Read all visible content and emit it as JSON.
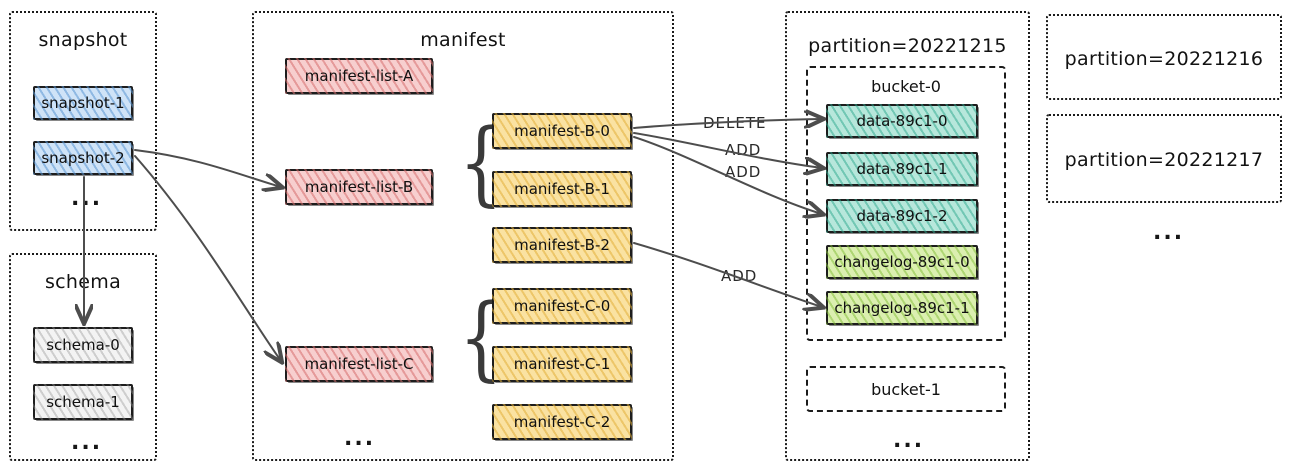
{
  "regions": {
    "snapshot": {
      "title": "snapshot"
    },
    "schema": {
      "title": "schema"
    },
    "manifest": {
      "title": "manifest"
    },
    "partition_1215": {
      "title": "partition=20221215"
    },
    "partition_1216": {
      "title": "partition=20221216"
    },
    "partition_1217": {
      "title": "partition=20221217"
    }
  },
  "buckets": {
    "bucket_0": {
      "title": "bucket-0"
    },
    "bucket_1": {
      "title": "bucket-1"
    }
  },
  "nodes": {
    "snapshots": [
      {
        "label": "snapshot-1",
        "color": "#cfe3f7"
      },
      {
        "label": "snapshot-2",
        "color": "#cfe3f7"
      }
    ],
    "schemas": [
      {
        "label": "schema-0",
        "color": "#f3f3f3"
      },
      {
        "label": "schema-1",
        "color": "#f3f3f3"
      }
    ],
    "manifest_lists": [
      {
        "label": "manifest-list-A",
        "color": "#f7cfcf"
      },
      {
        "label": "manifest-list-B",
        "color": "#f7cfcf"
      },
      {
        "label": "manifest-list-C",
        "color": "#f7cfcf"
      }
    ],
    "manifests_b": [
      {
        "label": "manifest-B-0",
        "color": "#fae2a2"
      },
      {
        "label": "manifest-B-1",
        "color": "#fae2a2"
      },
      {
        "label": "manifest-B-2",
        "color": "#fae2a2"
      }
    ],
    "manifests_c": [
      {
        "label": "manifest-C-0",
        "color": "#fae2a2"
      },
      {
        "label": "manifest-C-1",
        "color": "#fae2a2"
      },
      {
        "label": "manifest-C-2",
        "color": "#fae2a2"
      }
    ],
    "data_files": [
      {
        "label": "data-89c1-0",
        "color": "#b7e7db"
      },
      {
        "label": "data-89c1-1",
        "color": "#b7e7db"
      },
      {
        "label": "data-89c1-2",
        "color": "#b7e7db"
      },
      {
        "label": "changelog-89c1-0",
        "color": "#dbefb0"
      },
      {
        "label": "changelog-89c1-1",
        "color": "#dbefb0"
      }
    ]
  },
  "edge_labels": {
    "delete_b0_to_data0": "DELETE",
    "add_b0_to_data1": "ADD",
    "add_b0_to_data2": "ADD",
    "add_b2_to_changelog1": "ADD"
  },
  "ellipses": {
    "snapshot": "...",
    "schema": "...",
    "manifest": "...",
    "partition_buckets": "...",
    "partition_list": "..."
  },
  "braces": {
    "b_group": "{",
    "c_group": "{"
  },
  "colors": {
    "ink": "#1b1b1b",
    "arrow": "#4d4d4d",
    "blue": "#cfe3f7",
    "red": "#f7cfcf",
    "yellow": "#fae2a2",
    "teal": "#b7e7db",
    "green": "#dbefb0",
    "gray": "#f3f3f3"
  }
}
